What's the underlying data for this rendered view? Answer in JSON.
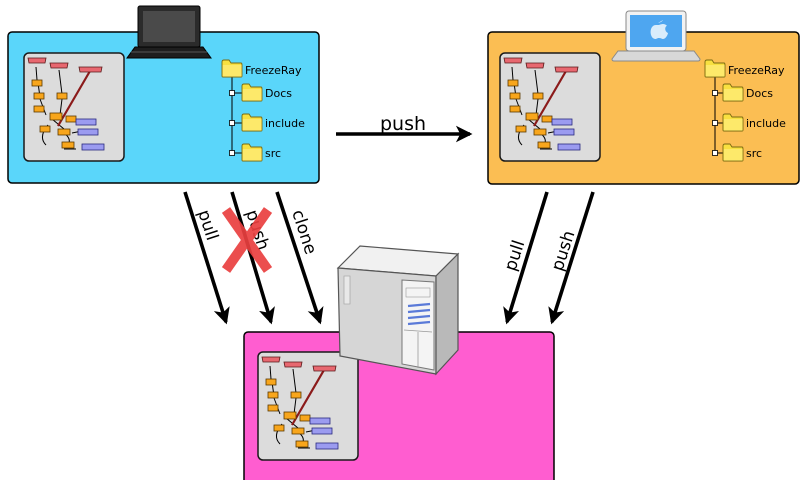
{
  "repos": {
    "local": {
      "color": "#5ad6fa",
      "computer_icon": "laptop-icon"
    },
    "remote_mac": {
      "color": "#fbbe53",
      "computer_icon": "macbook-icon"
    },
    "server": {
      "color": "#ff5dd0",
      "computer_icon": "server-tower-icon"
    }
  },
  "tree": {
    "root": "FreezeRay",
    "children": [
      "Docs",
      "include",
      "src"
    ]
  },
  "arrows": {
    "push_across": "push",
    "local_pull": "pull",
    "local_push": "push",
    "local_clone": "clone",
    "mac_pull": "pull",
    "mac_push": "push"
  },
  "blocked_marker": {
    "color": "#ea3f3f",
    "meaning": "push not allowed"
  },
  "graph_colors": {
    "node": "#f8a61c",
    "branch": "#e86870",
    "tag": "#8080ee",
    "edge": "#8b1a1a"
  }
}
